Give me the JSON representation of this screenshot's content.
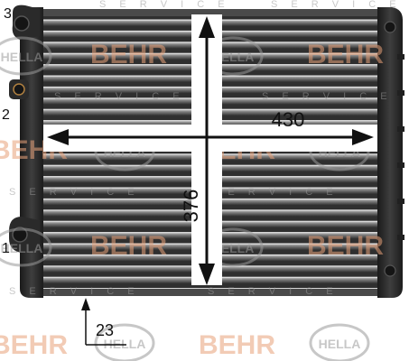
{
  "product": {
    "type": "radiator",
    "dimensions": {
      "width_label": "430",
      "height_label": "376",
      "depth_label": "23"
    },
    "callouts": [
      "3",
      "2",
      "1"
    ]
  },
  "watermarks": {
    "brand_a": "BEHR",
    "brand_b": "HELLA",
    "service_text": "S E R V I C E",
    "brand_a_color": "#e8a27a",
    "brand_b_color": "#9a9a9a"
  },
  "colors": {
    "frame": "#2b2b2b",
    "fin_dark": "#3a3a3a",
    "fin_light": "#bdbdbd",
    "arrow": "#111111",
    "background": "#ffffff"
  }
}
